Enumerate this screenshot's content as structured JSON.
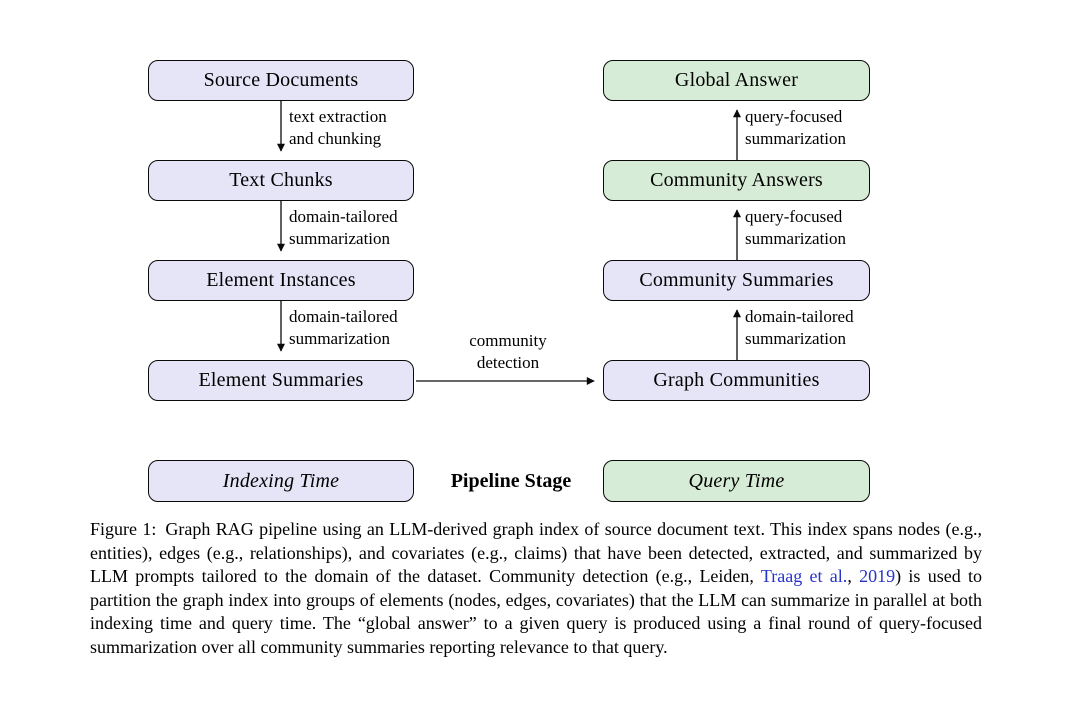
{
  "figure": {
    "nodes": {
      "source_documents": "Source Documents",
      "text_chunks": "Text Chunks",
      "element_instances": "Element Instances",
      "element_summaries": "Element Summaries",
      "global_answer": "Global Answer",
      "community_answers": "Community Answers",
      "community_summaries": "Community Summaries",
      "graph_communities": "Graph Communities"
    },
    "edge_labels": {
      "source_to_chunks": [
        "text extraction",
        "and chunking"
      ],
      "chunks_to_instances": [
        "domain-tailored",
        "summarization"
      ],
      "instances_to_summaries": [
        "domain-tailored",
        "summarization"
      ],
      "summaries_to_communities": [
        "community",
        "detection"
      ],
      "communities_to_comm_summaries": [
        "domain-tailored",
        "summarization"
      ],
      "comm_summaries_to_comm_answers": [
        "query-focused",
        "summarization"
      ],
      "comm_answers_to_global": [
        "query-focused",
        "summarization"
      ]
    },
    "legend": {
      "indexing_time": "Indexing Time",
      "pipeline_stage": "Pipeline Stage",
      "query_time": "Query Time"
    },
    "colors": {
      "indexing_fill": "#e5e5f7",
      "query_fill": "#d6ecd6",
      "outline": "#0a0a0a",
      "citation_blue": "#2633c8"
    }
  },
  "caption": {
    "text_before_citation": "Figure 1: Graph RAG pipeline using an LLM-derived graph index of source document text. This index spans nodes (e.g., entities), edges (e.g., relationships), and covariates (e.g., claims) that have been detected, extracted, and summarized by LLM prompts tailored to the domain of the dataset. Community detection (e.g., Leiden, ",
    "citation_authors": "Traag et al.",
    "citation_separator": ", ",
    "citation_year": "2019",
    "text_after_citation": ") is used to partition the graph index into groups of elements (nodes, edges, covariates) that the LLM can summarize in parallel at both index­ing time and query time. The “global answer” to a given query is produced using a final round of query-focused summarization over all community summaries reporting relevance to that query."
  }
}
